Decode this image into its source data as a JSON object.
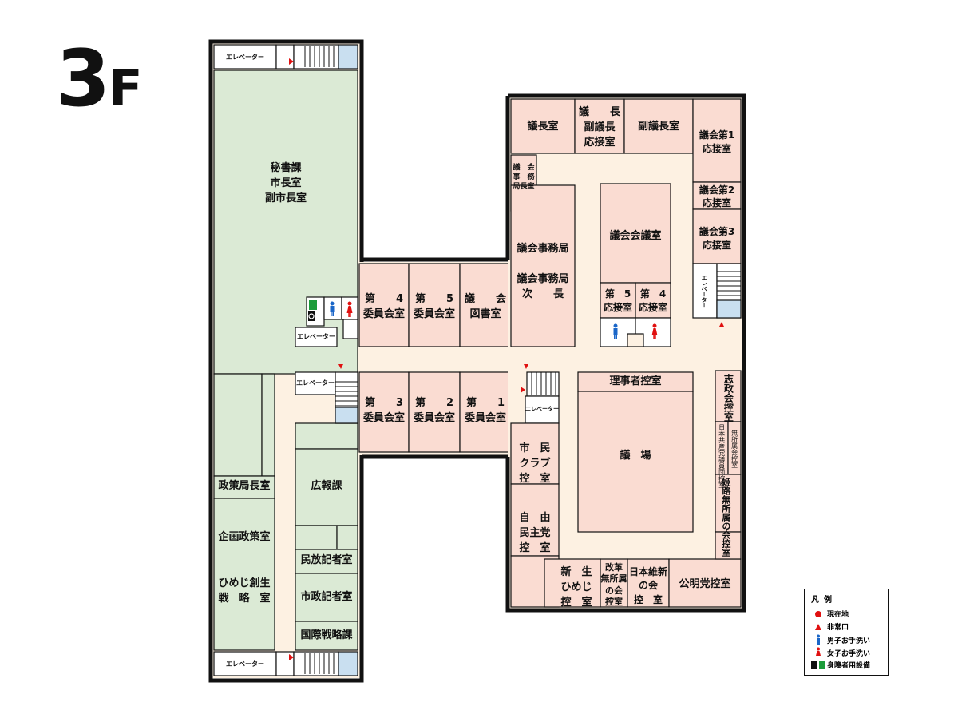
{
  "floor": {
    "big": "3",
    "small": "F"
  },
  "rooms": {
    "secretary": [
      "秘書課",
      "市長室",
      "副市長室"
    ],
    "policy_director": "政策局長室",
    "planning": "企画政策室",
    "himeji": [
      "ひめじ創生",
      "戦　略　室"
    ],
    "pr": "広報課",
    "press_private": "民放記者室",
    "press_city": "市政記者室",
    "intl": "国際戦略課",
    "committee4": [
      "第　　4",
      "委員会室"
    ],
    "committee5": [
      "第　　5",
      "委員会室"
    ],
    "library": [
      "議　　会",
      "図書室"
    ],
    "committee3": [
      "第　　3",
      "委員会室"
    ],
    "committee2": [
      "第　　2",
      "委員会室"
    ],
    "committee1": [
      "第　　1",
      "委員会室"
    ],
    "chair": "議長室",
    "chair_reception": [
      "議　　長",
      "副議長",
      "応接室"
    ],
    "vice_chair": "副議長室",
    "rec1": [
      "議会第1",
      "応接室"
    ],
    "rec2": [
      "議会第2",
      "応接室"
    ],
    "rec3": [
      "議会第3",
      "応接室"
    ],
    "council_director": [
      "議　会",
      "事　務",
      "局長室"
    ],
    "council_office": "議会事務局",
    "council_office_deputy": [
      "議会事務局",
      "次　　長"
    ],
    "council_meeting": "議会会議室",
    "rec5": [
      "第　5",
      "応接室"
    ],
    "rec4": [
      "第　4",
      "応接室"
    ],
    "directors": "理事者控室",
    "chamber": "議　場",
    "shimin_club": [
      "市　民",
      "クラブ",
      "控　室"
    ],
    "ldp": [
      "自　由",
      "民主党",
      "控　室"
    ],
    "shinsei": [
      "新　生",
      "ひめじ",
      "控　室"
    ],
    "kaikaku": [
      "改革",
      "無所属",
      "の会",
      "控室"
    ],
    "ishin": [
      "日本維新",
      "の会",
      "控　室"
    ],
    "komeito": "公明党控室",
    "shisei": "志政会控室",
    "jcp": "日本共産党議員団控室",
    "mushozoku": "無所属会控室",
    "himeji_mushozoku": "姫路無所属の会控室"
  },
  "elevator_label": "エレベーター",
  "legend": {
    "title": "凡例",
    "items": [
      {
        "label": "現在地",
        "color": "#e01010"
      },
      {
        "label": "非常口",
        "color": "#e01010"
      },
      {
        "label": "男子お手洗い",
        "color": "#1a66c8"
      },
      {
        "label": "女子お手洗い",
        "color": "#e01010"
      },
      {
        "label": "身障者用設備",
        "color": "#1c9c3a"
      }
    ]
  },
  "colors": {
    "green": "#dbead5",
    "pink": "#fadcd2",
    "corridor": "#fdf1e2",
    "wall": "#111111",
    "stair_blue": "#c9dff0",
    "accent_red": "#e01010"
  }
}
